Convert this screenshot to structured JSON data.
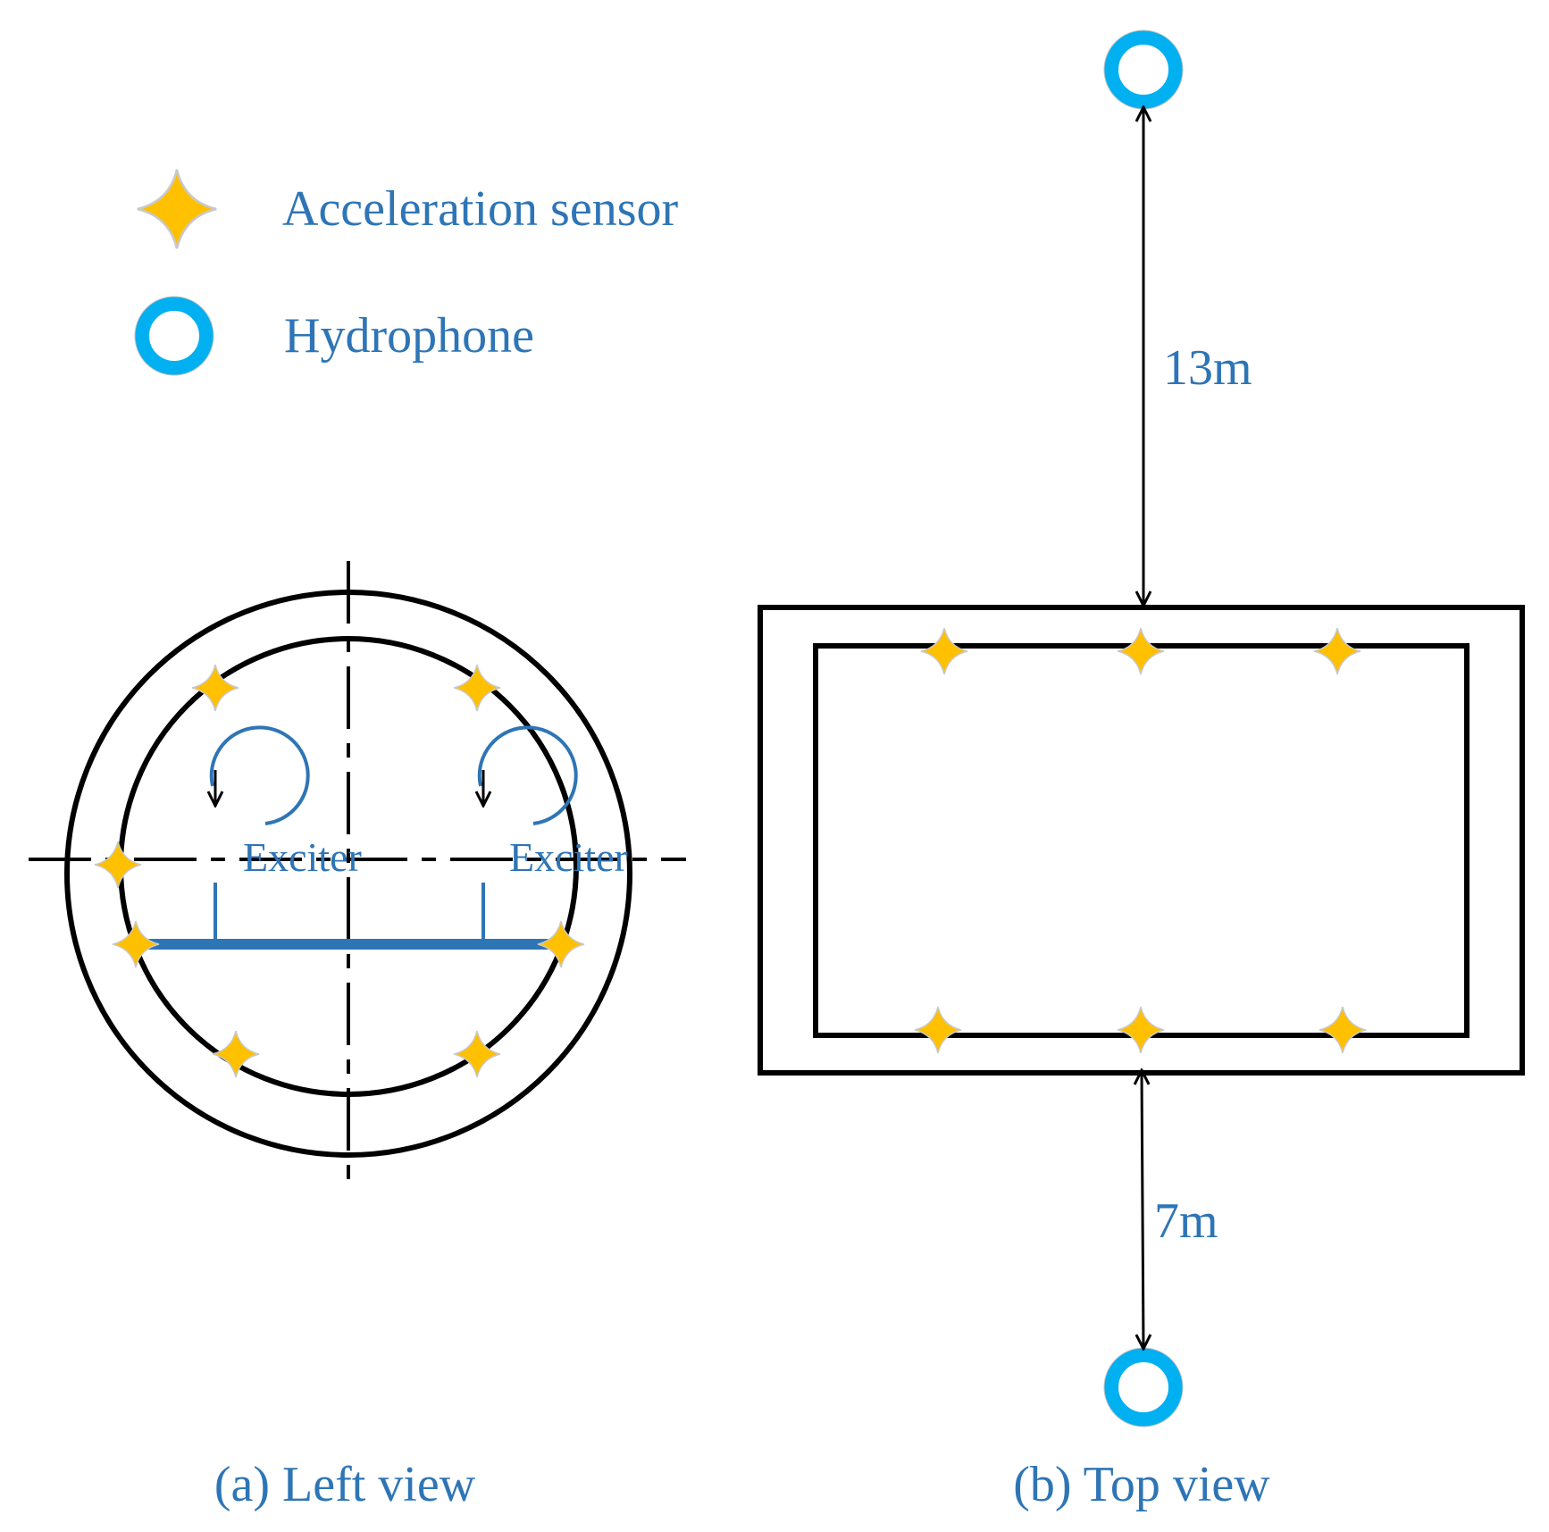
{
  "legend": {
    "sensor_label": "Acceleration sensor",
    "sensor_icon": "star-sensor-icon",
    "hydrophone_label": "Hydrophone",
    "hydrophone_icon": "ring-hydrophone-icon"
  },
  "left_view": {
    "caption": "(a) Left view",
    "exciter_left_label": "Exciter",
    "exciter_right_label": "Exciter"
  },
  "top_view": {
    "caption": "(b) Top view",
    "distance_top": "13m",
    "distance_bottom": "7m"
  },
  "colors": {
    "text_blue": "#2e75b6",
    "line_black": "#000000",
    "sensor_yellow": "#ffc000",
    "hydrophone_blue": "#00b0f0",
    "base_blue": "#2e75b6"
  }
}
